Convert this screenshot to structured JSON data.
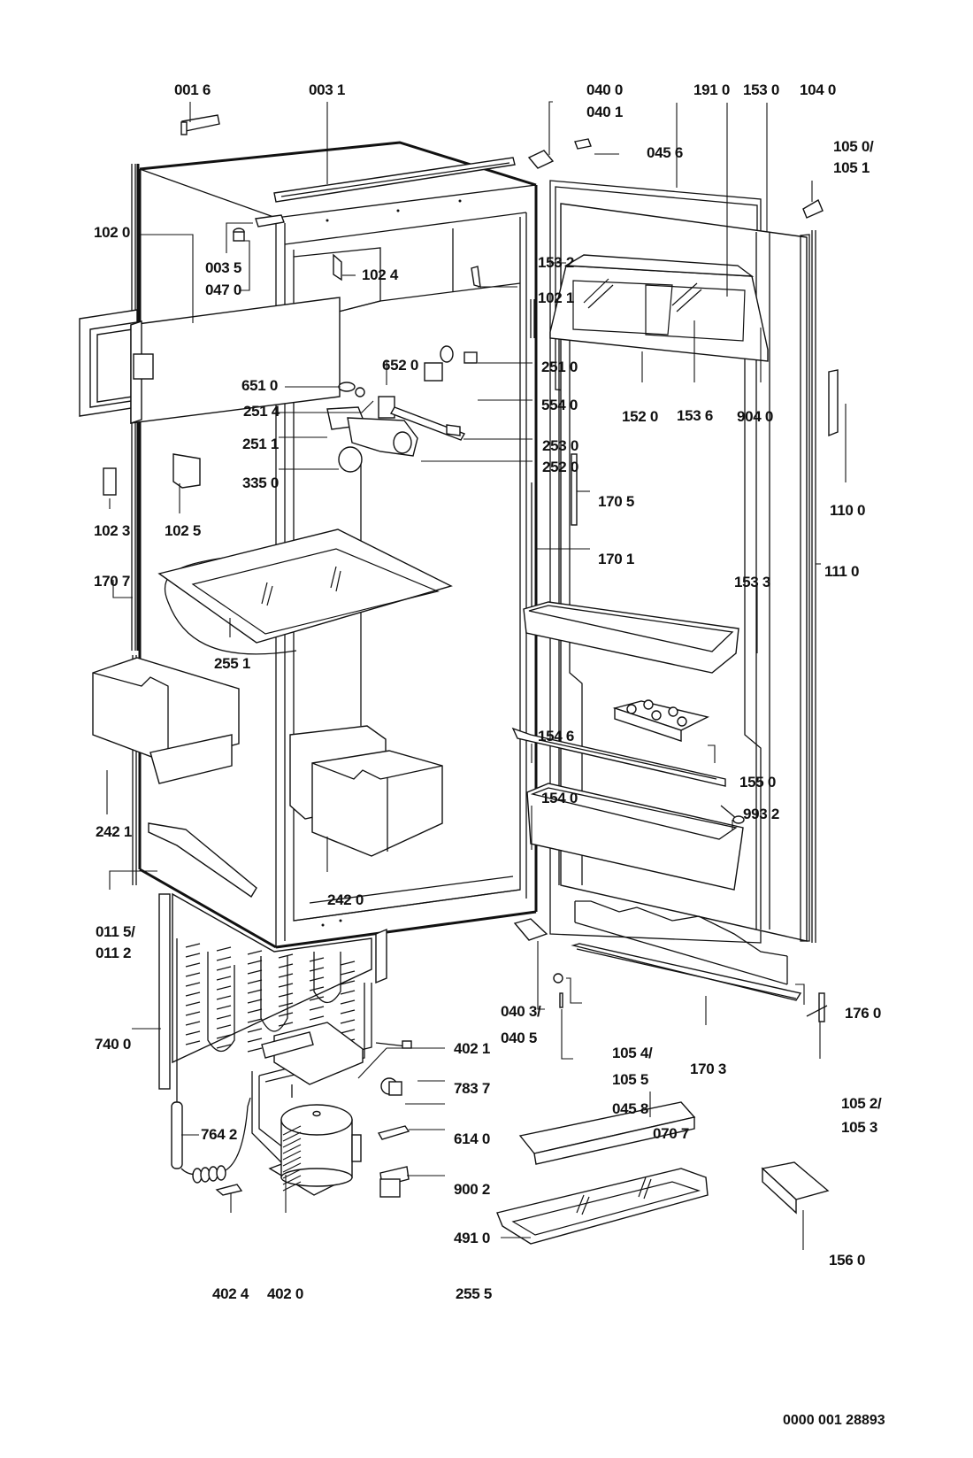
{
  "diagram": {
    "type": "exploded-parts-view",
    "subject": "refrigerator",
    "document_number": "0000 001 28893",
    "labels": [
      {
        "id": "0016",
        "text": "001 6"
      },
      {
        "id": "0031",
        "text": "003 1"
      },
      {
        "id": "0400",
        "text": "040 0"
      },
      {
        "id": "0401",
        "text": "040 1"
      },
      {
        "id": "0456",
        "text": "045 6"
      },
      {
        "id": "1910",
        "text": "191 0"
      },
      {
        "id": "1530",
        "text": "153 0"
      },
      {
        "id": "1040",
        "text": "104 0"
      },
      {
        "id": "1050",
        "text": "105 0/"
      },
      {
        "id": "1051",
        "text": "105 1"
      },
      {
        "id": "1020",
        "text": "102 0"
      },
      {
        "id": "0035",
        "text": "003 5"
      },
      {
        "id": "0470",
        "text": "047 0"
      },
      {
        "id": "1024",
        "text": "102 4"
      },
      {
        "id": "1532",
        "text": "153 2"
      },
      {
        "id": "1021",
        "text": "102 1"
      },
      {
        "id": "6520",
        "text": "652 0"
      },
      {
        "id": "6510",
        "text": "651 0"
      },
      {
        "id": "2514",
        "text": "251 4"
      },
      {
        "id": "2510",
        "text": "251 0"
      },
      {
        "id": "5540",
        "text": "554 0"
      },
      {
        "id": "1520",
        "text": "152 0"
      },
      {
        "id": "1536",
        "text": "153 6"
      },
      {
        "id": "9040",
        "text": "904 0"
      },
      {
        "id": "2511",
        "text": "251 1"
      },
      {
        "id": "2530",
        "text": "253 0"
      },
      {
        "id": "2520",
        "text": "252 0"
      },
      {
        "id": "3350",
        "text": "335 0"
      },
      {
        "id": "1023",
        "text": "102 3"
      },
      {
        "id": "1025",
        "text": "102 5"
      },
      {
        "id": "1705",
        "text": "170 5"
      },
      {
        "id": "1100",
        "text": "110 0"
      },
      {
        "id": "1701",
        "text": "170 1"
      },
      {
        "id": "1707",
        "text": "170 7"
      },
      {
        "id": "1110",
        "text": "111 0"
      },
      {
        "id": "1533",
        "text": "153 3"
      },
      {
        "id": "2551",
        "text": "255 1"
      },
      {
        "id": "1546",
        "text": "154 6"
      },
      {
        "id": "1550",
        "text": "155 0"
      },
      {
        "id": "2421",
        "text": "242 1"
      },
      {
        "id": "1540",
        "text": "154 0"
      },
      {
        "id": "9932",
        "text": "993 2"
      },
      {
        "id": "2420",
        "text": "242 0"
      },
      {
        "id": "0115",
        "text": "011 5/"
      },
      {
        "id": "0112",
        "text": "011 2"
      },
      {
        "id": "0403",
        "text": "040 3/"
      },
      {
        "id": "0405",
        "text": "040 5"
      },
      {
        "id": "1760",
        "text": "176 0"
      },
      {
        "id": "7400",
        "text": "740 0"
      },
      {
        "id": "4021",
        "text": "402 1"
      },
      {
        "id": "1054",
        "text": "105 4/"
      },
      {
        "id": "1055",
        "text": "105 5"
      },
      {
        "id": "1703",
        "text": "170 3"
      },
      {
        "id": "7837",
        "text": "783 7"
      },
      {
        "id": "0458",
        "text": "045 8"
      },
      {
        "id": "1052",
        "text": "105 2/"
      },
      {
        "id": "1053",
        "text": "105 3"
      },
      {
        "id": "7642",
        "text": "764 2"
      },
      {
        "id": "6140",
        "text": "614 0"
      },
      {
        "id": "0707",
        "text": "070 7"
      },
      {
        "id": "9002",
        "text": "900 2"
      },
      {
        "id": "4910",
        "text": "491 0"
      },
      {
        "id": "1560",
        "text": "156 0"
      },
      {
        "id": "4024",
        "text": "402 4"
      },
      {
        "id": "4020",
        "text": "402 0"
      },
      {
        "id": "2555",
        "text": "255 5"
      }
    ]
  }
}
